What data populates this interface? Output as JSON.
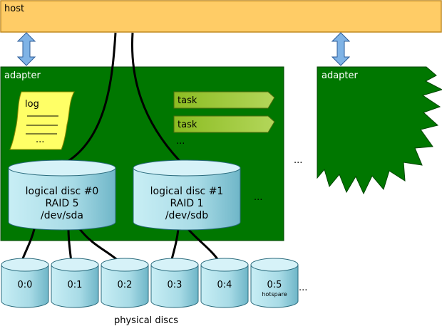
{
  "host": {
    "label": "host"
  },
  "adapters": [
    {
      "label": "adapter"
    },
    {
      "label": "adapter"
    }
  ],
  "log": {
    "label": "log",
    "more": "..."
  },
  "tasks": [
    {
      "label": "task"
    },
    {
      "label": "task"
    }
  ],
  "tasks_more": "...",
  "logical_discs": [
    {
      "name": "logical disc #0",
      "raid": "RAID 5",
      "device": "/dev/sda"
    },
    {
      "name": "logical disc #1",
      "raid": "RAID 1",
      "device": "/dev/sdb"
    }
  ],
  "logical_more": "...",
  "adapters_more": "...",
  "physical_discs": [
    {
      "id": "0:0",
      "note": ""
    },
    {
      "id": "0:1",
      "note": ""
    },
    {
      "id": "0:2",
      "note": ""
    },
    {
      "id": "0:3",
      "note": ""
    },
    {
      "id": "0:4",
      "note": ""
    },
    {
      "id": "0:5",
      "note": "hotspare"
    }
  ],
  "physical_more": "...",
  "physical_caption": "physical discs",
  "colors": {
    "host": "#ffcc66",
    "adapter": "#007700",
    "task": "#9ac432",
    "log": "#ffff66",
    "disc": "#a8dbe6",
    "arrow": "#7fb3e6"
  }
}
